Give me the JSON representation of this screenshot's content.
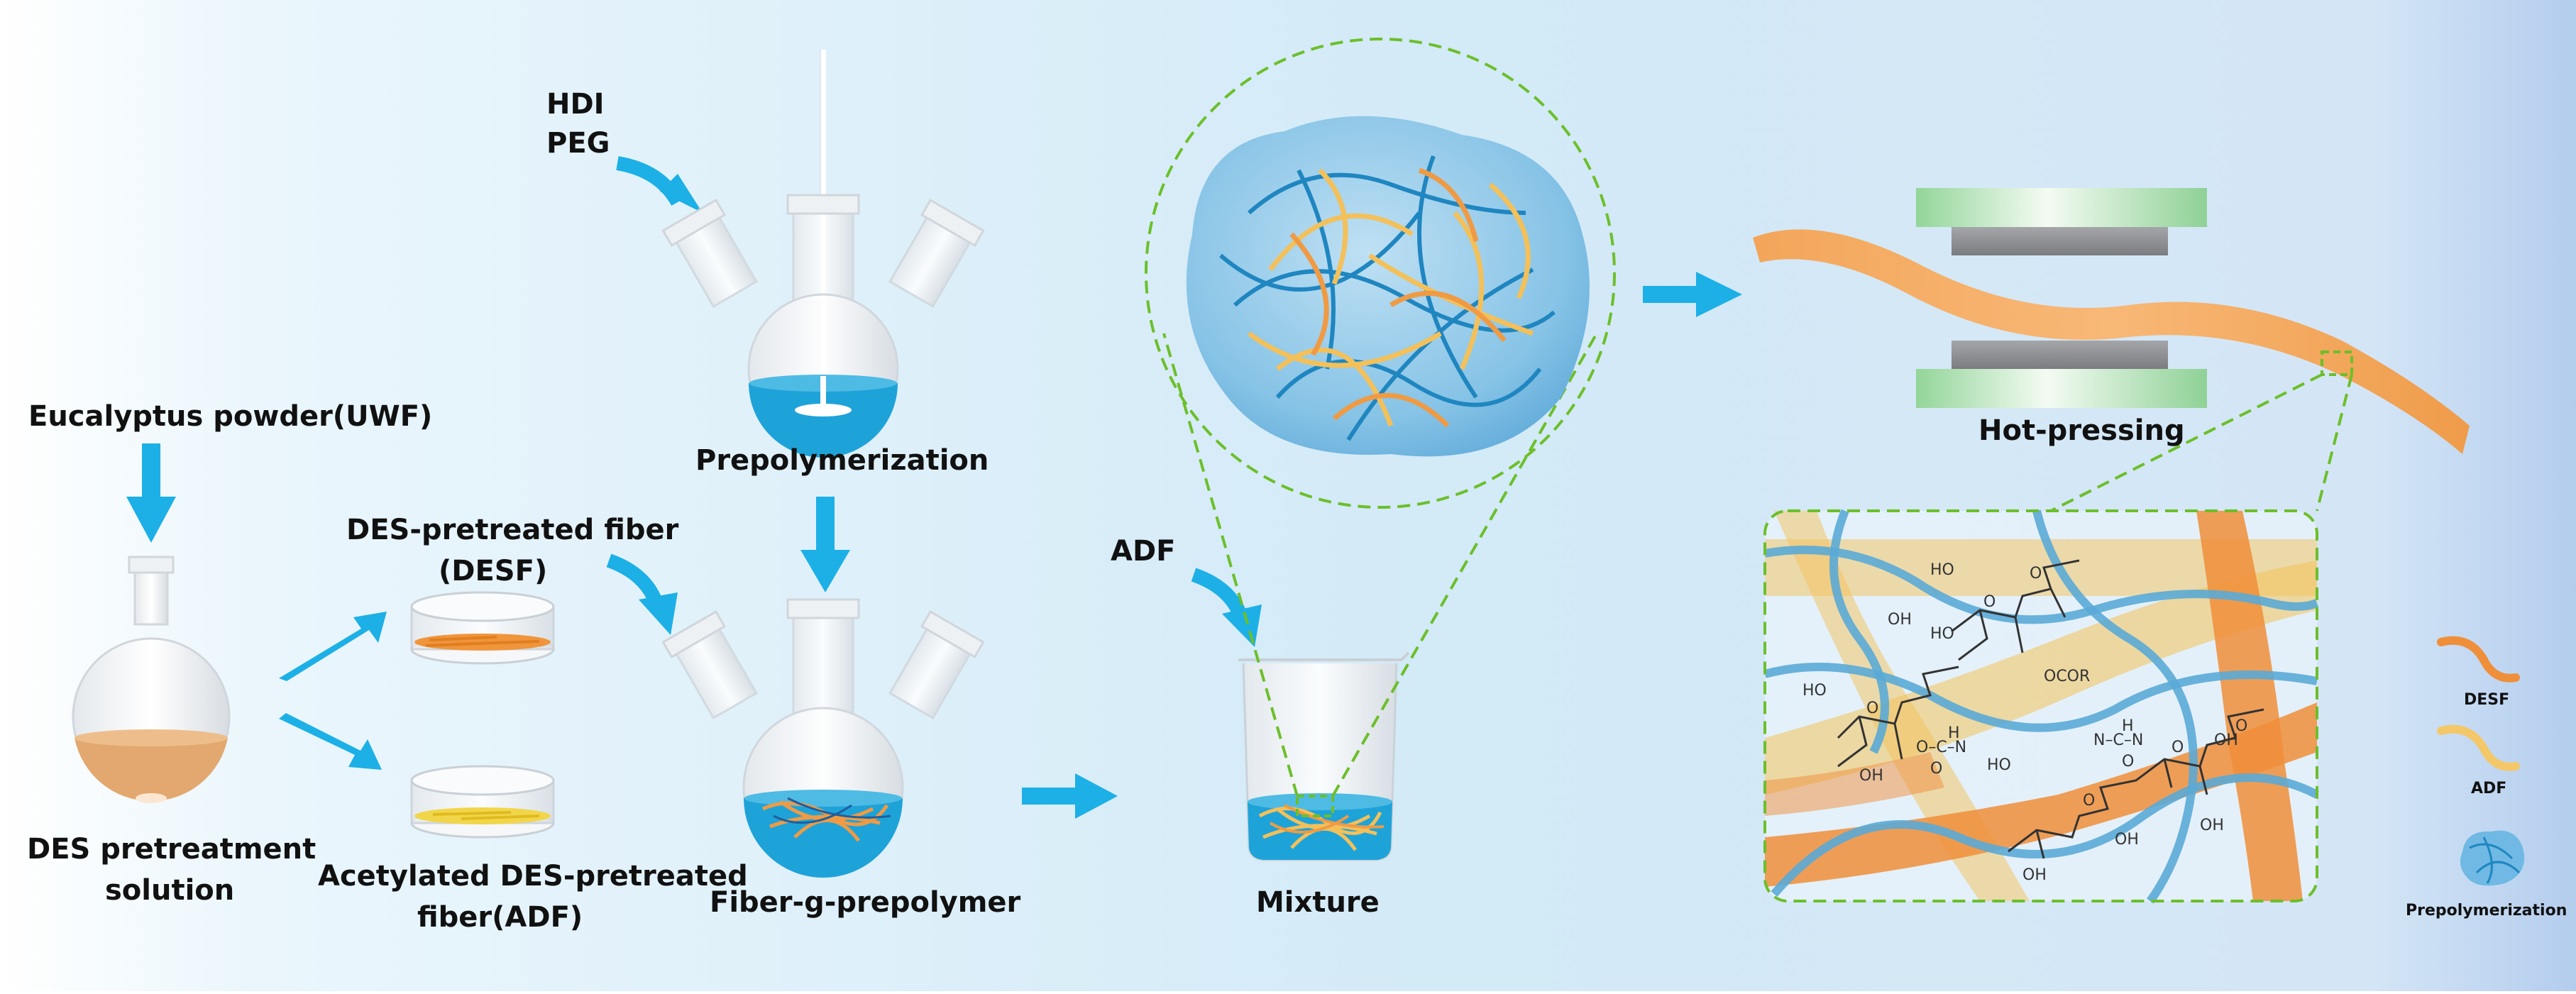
{
  "colors": {
    "arrow": "#1cb0e6",
    "background_left": "#ffffff",
    "background_right": "#b4cdee",
    "solution": "#e0a269",
    "desf_fiber": "#f09a43",
    "adf_fiber": "#f4c15a",
    "prepolymer": "#3da7d6",
    "polymer_chain": "#1f86c0",
    "dashed_outline": "#6cbf2a",
    "press_plate": "#93d599",
    "press_bar": "#8c8e92"
  },
  "labels": {
    "eucalyptus": "Eucalyptus powder(UWF)",
    "des_solution_line1": "DES pretreatment",
    "des_solution_line2": "solution",
    "desf_line1": "DES-pretreated fiber",
    "desf_line2": "(DESF)",
    "adf_line1": "Acetylated DES-pretreated",
    "adf_line2": "fiber(ADF)",
    "hdi": "HDI",
    "peg": "PEG",
    "prepolymerization": "Prepolymerization",
    "fiber_g_prepolymer": "Fiber-g-prepolymer",
    "adf_input": "ADF",
    "mixture": "Mixture",
    "hot_pressing": "Hot-pressing"
  },
  "chemistry": {
    "groups": [
      "HO",
      "OH",
      "HO",
      "OCOR",
      "HO",
      "O–C–N",
      "H",
      "O",
      "N–C–N",
      "H",
      "O",
      "HO",
      "OH",
      "OH",
      "OH",
      "OH",
      "OH",
      "O",
      "O",
      "O",
      "O",
      "O",
      "O"
    ]
  },
  "legend": [
    {
      "name": "DESF",
      "icon": "desf-fiber-icon"
    },
    {
      "name": "ADF",
      "icon": "adf-fiber-icon"
    },
    {
      "name": "Prepolymerization",
      "icon": "prepolymer-blob-icon"
    }
  ]
}
